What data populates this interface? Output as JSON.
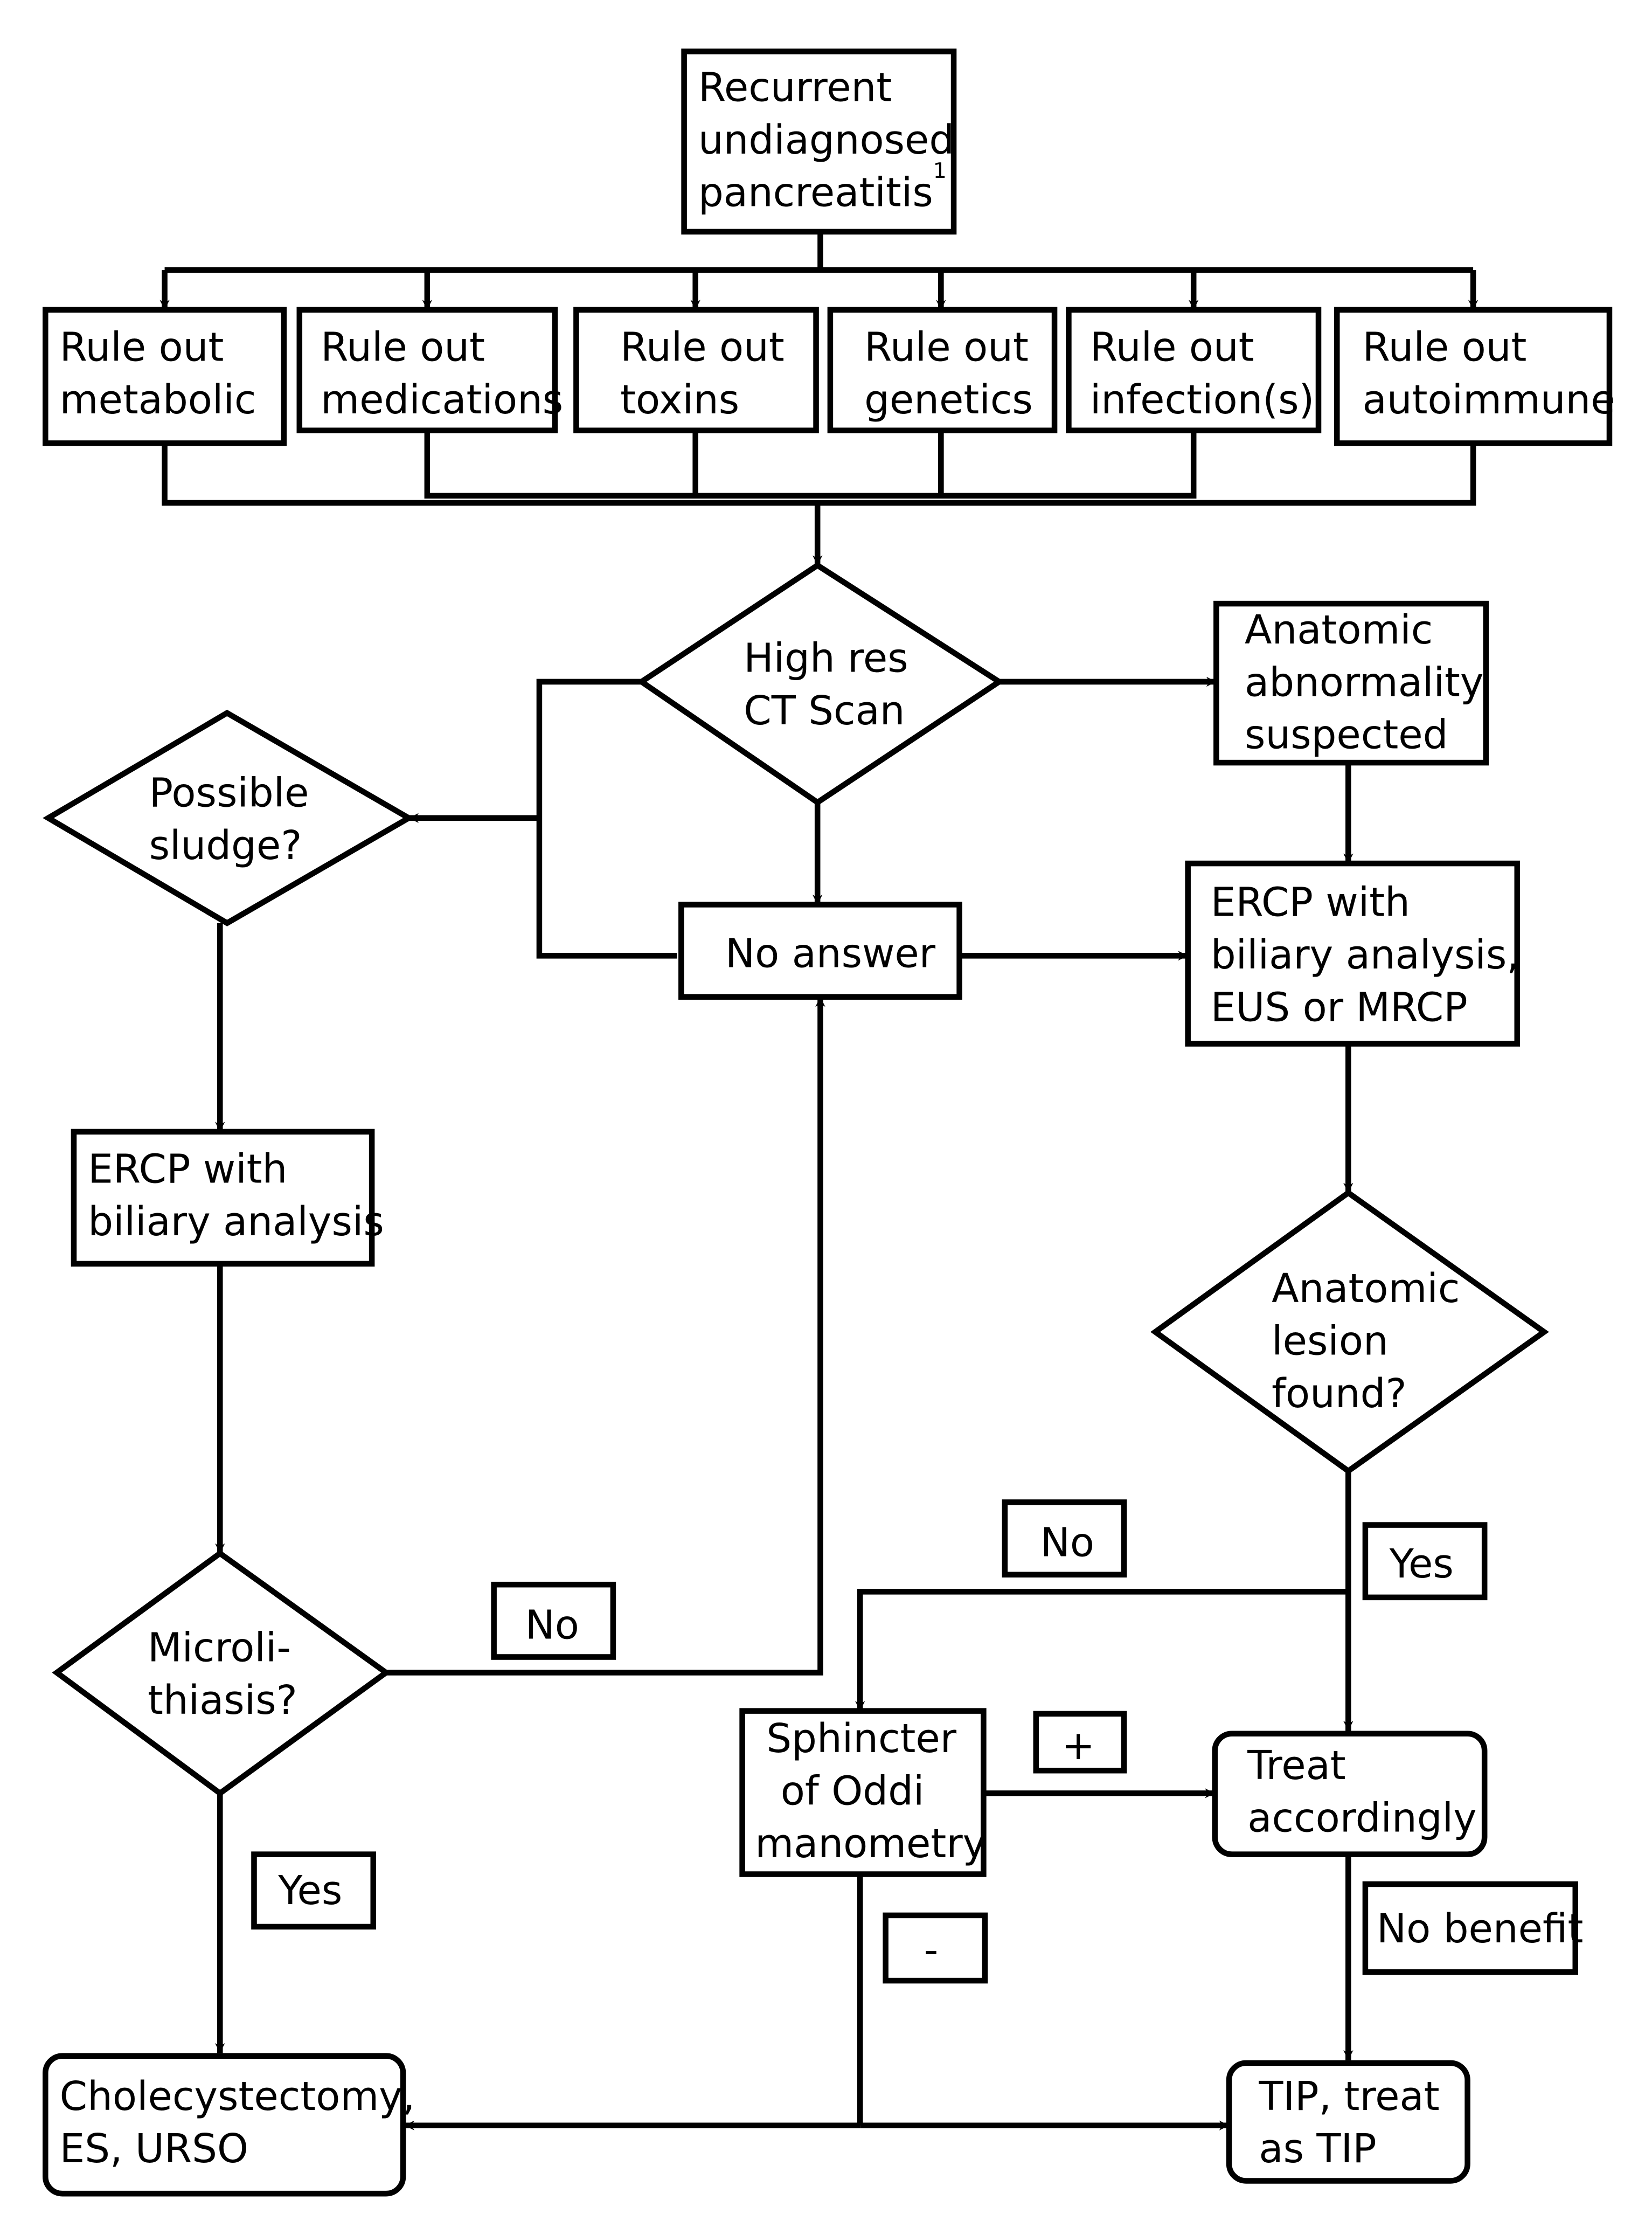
{
  "start": {
    "line1": "Recurrent",
    "line2": "undiagnosed",
    "line3": "pancreatitis",
    "footnote": "1"
  },
  "rule_outs": [
    {
      "line1": "Rule out",
      "line2": "metabolic"
    },
    {
      "line1": "Rule out",
      "line2": "medications"
    },
    {
      "line1": "Rule out",
      "line2": "toxins"
    },
    {
      "line1": "Rule out",
      "line2": "genetics"
    },
    {
      "line1": "Rule out",
      "line2": "infection(s)"
    },
    {
      "line1": "Rule out",
      "line2": "autoimmune"
    }
  ],
  "ct_scan": {
    "line1": "High res",
    "line2": "CT Scan"
  },
  "anatomic_suspected": {
    "line1": "Anatomic",
    "line2": "abnormality",
    "line3": "suspected"
  },
  "possible_sludge": {
    "line1": "Possible",
    "line2": "sludge?"
  },
  "no_answer": {
    "label": "No answer"
  },
  "ercp_eus_mrcp": {
    "line1": "ERCP with",
    "line2": "biliary analysis,",
    "line3": "EUS or MRCP"
  },
  "ercp_biliary": {
    "line1": "ERCP with",
    "line2": "biliary analysis"
  },
  "anatomic_lesion": {
    "line1": "Anatomic",
    "line2": "lesion",
    "line3": "found?"
  },
  "microlithiasis": {
    "line1": "Microli-",
    "line2": "thiasis?"
  },
  "sphincter": {
    "line1": "Sphincter",
    "line2": "of Oddi",
    "line3": "manometry"
  },
  "treat": {
    "line1": "Treat",
    "line2": "accordingly"
  },
  "cholecystectomy": {
    "line1": "Cholecystectomy,",
    "line2": "ES, URSO"
  },
  "tip": {
    "line1": "TIP, treat",
    "line2": "as TIP"
  },
  "labels": {
    "no_lesion": "No",
    "yes_lesion": "Yes",
    "no_micro": "No",
    "yes_micro": "Yes",
    "plus": "+",
    "minus": "-",
    "no_benefit": "No benefit"
  }
}
